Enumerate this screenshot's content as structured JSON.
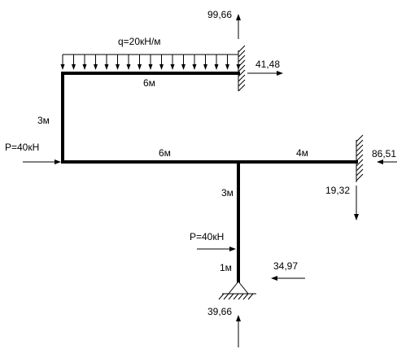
{
  "loads": {
    "distributed": "q=20кН/м",
    "point_top": "P=40кН",
    "point_bottom": "P=40кН"
  },
  "dimensions": {
    "top_span": "6м",
    "left_height": "3м",
    "middle_span": "6м",
    "right_span": "4м",
    "column_upper": "3м",
    "column_lower": "1м"
  },
  "reactions": {
    "top_vertical": "99,66",
    "top_horizontal": "41,48",
    "right_horizontal": "86,51",
    "right_vertical": "19,32",
    "bottom_horizontal": "34,97",
    "bottom_vertical": "39,66"
  }
}
